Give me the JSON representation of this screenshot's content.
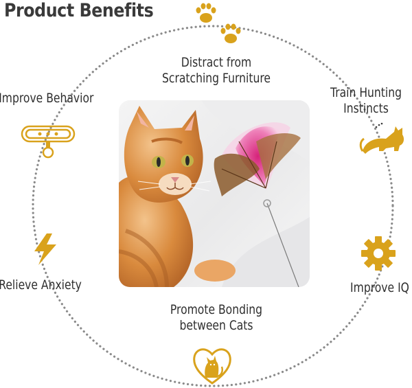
{
  "header": {
    "title": "Product Benefits"
  },
  "benefits": {
    "distract": {
      "line1": "Distract from",
      "line2": "Scratching Furniture",
      "icon": "paw-prints-icon"
    },
    "behavior": {
      "line1": "Improve Behavior",
      "icon": "cat-collar-icon"
    },
    "train": {
      "line1": "Train Hunting",
      "line2": "Instincts",
      "icon": "hunting-cat-icon"
    },
    "anxiety": {
      "line1": "Relieve Anxiety",
      "icon": "lightning-bolt-icon"
    },
    "iq": {
      "line1": "Improve IQ",
      "icon": "gear-icon"
    },
    "bonding": {
      "line1": "Promote Bonding",
      "line2": "between Cats",
      "icon": "heart-cat-icon"
    }
  },
  "colors": {
    "gold": "#d9a21c",
    "dots": "#8a8a8a",
    "text": "#2e2e2e",
    "feather_pink": "#e0338a",
    "feather_brown": "#8b5a2b",
    "cat_orange": "#d98a3d"
  }
}
